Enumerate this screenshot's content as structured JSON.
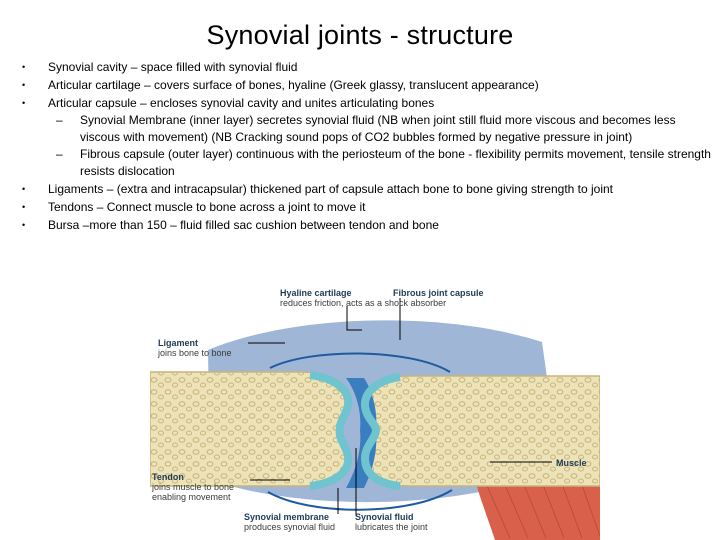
{
  "slide": {
    "title": "Synovial joints - structure",
    "bullet_glyph": "•",
    "dash_glyph": "–",
    "bullets": [
      "Synovial cavity – space filled with synovial fluid",
      "Articular cartilage – covers surface of bones, hyaline (Greek glassy, translucent appearance)",
      "Articular capsule – encloses synovial cavity and unites articulating bones",
      "Ligaments – (extra and intracapsular) thickened part of capsule attach bone to bone giving strength to joint",
      "Tendons – Connect muscle to bone across a joint to move it",
      "Bursa –more than 150 – fluid filled sac cushion between tendon and bone"
    ],
    "subbullets": [
      "Synovial Membrane (inner layer) secretes synovial fluid (NB when joint still fluid more viscous and becomes less viscous with movement) (NB Cracking sound pops of CO2 bubbles formed by negative pressure in joint)",
      "Fibrous capsule (outer layer) continuous with the periosteum of the bone - flexibility permits movement, tensile strength resists dislocation"
    ]
  },
  "diagram": {
    "labels": {
      "hyaline_title": "Hyaline cartilage",
      "hyaline_desc": "reduces friction, acts as a shock absorber",
      "fibrous_title": "Fibrous joint capsule",
      "ligament_title": "Ligament",
      "ligament_desc": "joins bone to bone",
      "muscle_title": "Muscle",
      "tendon_title": "Tendon",
      "tendon_desc1": "joins muscle to bone",
      "tendon_desc2": "enabling movement",
      "synmem_title": "Synovial membrane",
      "synmem_desc": "produces synovial fluid",
      "synfluid_title": "Synovial fluid",
      "synfluid_desc": "lubricates the joint"
    },
    "colors": {
      "bone": "#ede3b8",
      "bone_pores": "#c9b47a",
      "cartilage": "#6fc4cf",
      "capsule": "#9fb6d6",
      "fluid": "#3b7ec0",
      "membrane": "#1e5a9e",
      "muscle": "#d9604a",
      "leader": "#000000"
    }
  }
}
